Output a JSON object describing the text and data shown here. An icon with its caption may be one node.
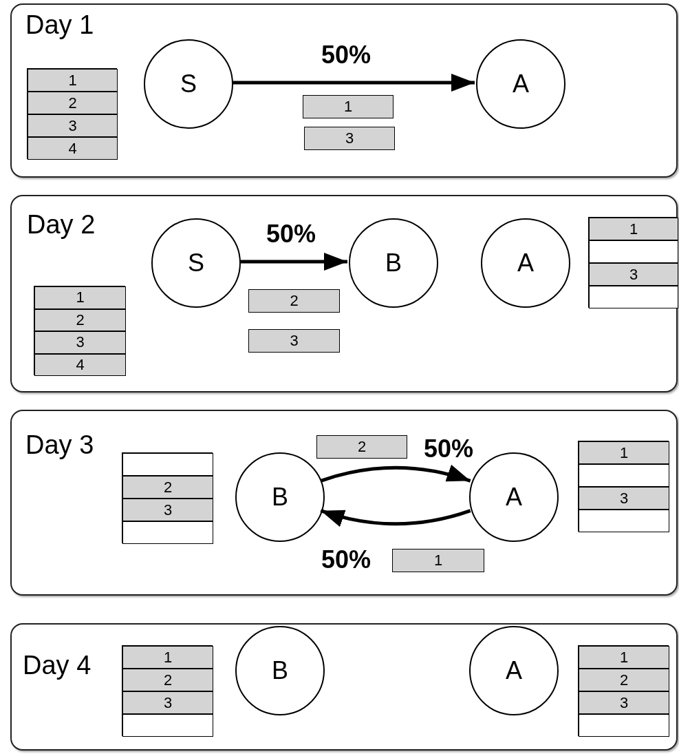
{
  "diagram": {
    "nodes": [
      {
        "text": [
          "Day 1"
        ]
      },
      {
        "text": [],
        "shape": "box",
        "in": 0
      },
      {
        "text": [
          "1"
        ],
        "in": 1
      },
      {
        "text": [
          "2"
        ],
        "in": 1
      },
      {
        "text": [
          "3"
        ],
        "in": 1
      },
      {
        "text": [
          "4"
        ],
        "in": 1
      },
      {
        "text": [
          "S"
        ],
        "in": 0
      },
      {
        "text": [
          "A"
        ],
        "in": 0
      },
      {
        "text": [
          "1"
        ],
        "in": 0
      },
      {
        "text": [
          "3"
        ],
        "in": 0
      },
      {
        "text": [
          "Day 2"
        ]
      },
      {
        "text": [],
        "shape": "box",
        "in": 10
      },
      {
        "text": [
          "1"
        ],
        "in": 11
      },
      {
        "text": [
          "2"
        ],
        "in": 11
      },
      {
        "text": [
          "3"
        ],
        "in": 11
      },
      {
        "text": [
          "4"
        ],
        "in": 11
      },
      {
        "text": [
          "S"
        ],
        "in": 10
      },
      {
        "text": [
          "B"
        ],
        "in": 10
      },
      {
        "text": [
          "A"
        ],
        "in": 10
      },
      {
        "text": [
          "2"
        ],
        "in": 10
      },
      {
        "text": [
          "3"
        ],
        "in": 10
      },
      {
        "text": [],
        "shape": "box",
        "in": 10
      },
      {
        "text": [
          "1"
        ],
        "in": 21
      },
      {
        "text": [],
        "shape": "box",
        "in": 21
      },
      {
        "text": [
          "3"
        ],
        "in": 21
      },
      {
        "text": [],
        "shape": "box",
        "in": 21
      },
      {
        "text": [
          "Day 3"
        ]
      },
      {
        "text": [],
        "shape": "box",
        "in": 26
      },
      {
        "text": [],
        "shape": "box",
        "in": 27
      },
      {
        "text": [
          "2"
        ],
        "in": 27
      },
      {
        "text": [
          "3"
        ],
        "in": 27
      },
      {
        "text": [],
        "shape": "box",
        "in": 27
      },
      {
        "text": [
          "2"
        ],
        "in": 26
      },
      {
        "text": [
          "B"
        ],
        "in": 26
      },
      {
        "text": [
          "A"
        ],
        "in": 26
      },
      {
        "text": [
          "1"
        ],
        "in": 26
      },
      {
        "text": [],
        "shape": "box",
        "in": 26
      },
      {
        "text": [
          "1"
        ],
        "in": 36
      },
      {
        "text": [],
        "shape": "box",
        "in": 36
      },
      {
        "text": [
          "3"
        ],
        "in": 36
      },
      {
        "text": [],
        "shape": "box",
        "in": 36
      },
      {
        "text": [
          "Day 4"
        ]
      },
      {
        "text": [],
        "shape": "box",
        "in": 41
      },
      {
        "text": [
          "1"
        ],
        "in": 42
      },
      {
        "text": [
          "2"
        ],
        "in": 42
      },
      {
        "text": [
          "3"
        ],
        "in": 42
      },
      {
        "text": [],
        "shape": "box",
        "in": 42
      },
      {
        "text": [
          "B"
        ],
        "in": 41
      },
      {
        "text": [
          "A"
        ],
        "in": 41
      },
      {
        "text": [],
        "shape": "box",
        "in": 41
      },
      {
        "text": [
          "1"
        ],
        "in": 49
      },
      {
        "text": [
          "2"
        ],
        "in": 49
      },
      {
        "text": [
          "3"
        ],
        "in": 49
      },
      {
        "text": [],
        "shape": "box",
        "in": 49
      }
    ],
    "edges": [
      {
        "from": 6,
        "to": 7,
        "arrow": "to",
        "label": "50%"
      },
      {
        "from": 16,
        "to": 17,
        "arrow": "to",
        "label": "50%"
      },
      {
        "from": 33,
        "to": 34,
        "arrow": "to",
        "label": "50%"
      },
      {
        "from": 34,
        "to": 33,
        "arrow": "to",
        "label": "50%"
      }
    ]
  }
}
